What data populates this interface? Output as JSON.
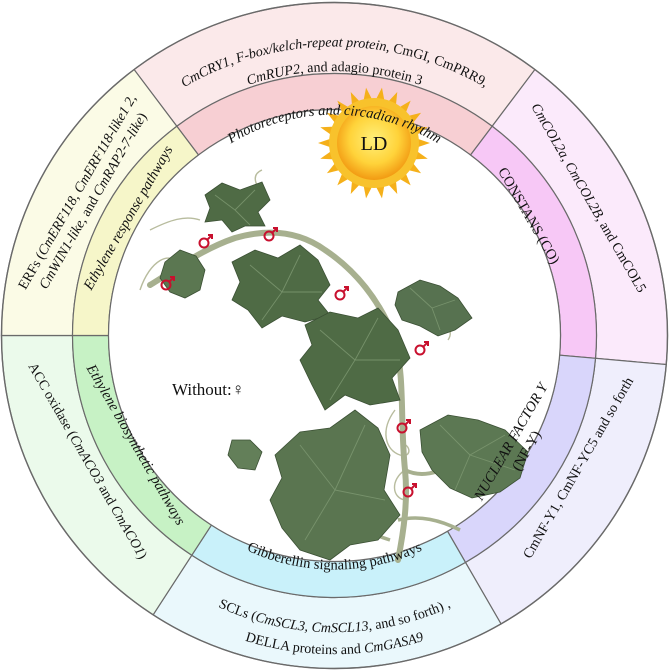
{
  "center": {
    "condition_label": "LD",
    "without_label": "Without:♀"
  },
  "inner_ring": {
    "photoreceptors": "Photoreceptors and circadian rhythm",
    "constans": "CONSTANS (CO)",
    "nfy_line1": "NUCLEAR FACTOR Y",
    "nfy_line2": "(NF-Y)",
    "gibberellin": "Gibberellin signaling pathways",
    "ethylene_biosynthetic": "Ethylene biosynthetic pathways",
    "ethylene_response": "Ethylene response pathways"
  },
  "outer_ring": {
    "photoreceptors": {
      "line1": [
        "CmCRY1",
        ", ",
        "F-box/kelch-repeat protein",
        ", CmGI, CmPRR9,"
      ],
      "line2": [
        "CmRUP2",
        ", and adagio protein 3"
      ]
    },
    "constans": [
      "CmCOL2a",
      ", ",
      "CmCOL2B",
      ", and CmCOL5"
    ],
    "nfy": "CmNF-Y1, CmNF-YC5 and so forth",
    "gibberellin": {
      "line1": [
        "SCLs (",
        "CmSCL3",
        ", ",
        "CmSCL13",
        ", and so forth) ,"
      ],
      "line2": [
        "DELLA proteins and ",
        "CmGASA9"
      ]
    },
    "ethylene_biosynthetic": [
      "ACC oxidase (",
      "CmACO3",
      " and ",
      "CmACO1",
      ")"
    ],
    "ethylene_response": {
      "line1": [
        "ERFs (",
        "CmERF118",
        ", ",
        "CmERF118-like1 2",
        ","
      ],
      "line2": [
        "CmWIN1-like",
        ", and ",
        "CmRAP2-7-like",
        ")"
      ]
    }
  },
  "colors": {
    "outer": [
      "#fbe9ea",
      "#fbeafb",
      "#efeefc",
      "#eaf8fc",
      "#ebfaeb",
      "#fbfbe6"
    ],
    "inner": [
      "#f7cfd3",
      "#f7c8f6",
      "#d9d6fb",
      "#c9f1fa",
      "#c7f2c5",
      "#f6f6c9"
    ],
    "border": "#6a6a6a",
    "male_symbol": "#c8102e",
    "sun_outer": "#f5b01a",
    "sun_inner": "#ffd93a",
    "leaf": "#4f6b45",
    "vine": "#a7b08f"
  },
  "icons": [
    "sun-icon",
    "male-symbol-icon",
    "plant-image"
  ]
}
